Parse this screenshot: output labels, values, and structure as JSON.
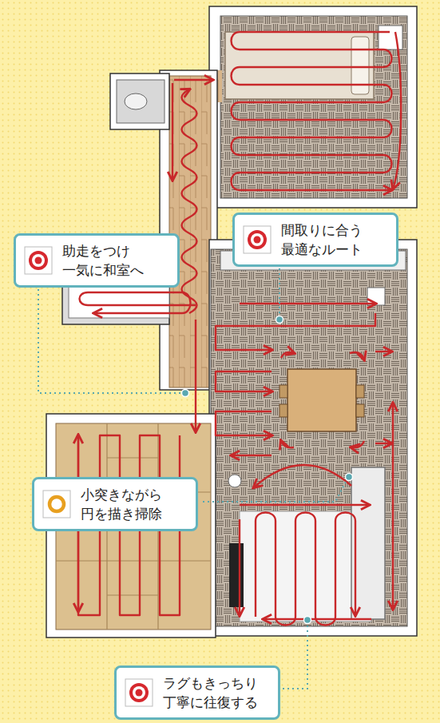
{
  "diagram": {
    "nodes": [
      {
        "text": [
          "間取りに合う 最適なルート"
        ]
      },
      {
        "text": [
          "助走をつけ 一気に和室へ"
        ]
      },
      {
        "text": [
          "小突きながら 円を描き掃除"
        ]
      },
      {
        "text": [
          "ラグもきっちり 丁寧に往復する"
        ]
      }
    ]
  }
}
